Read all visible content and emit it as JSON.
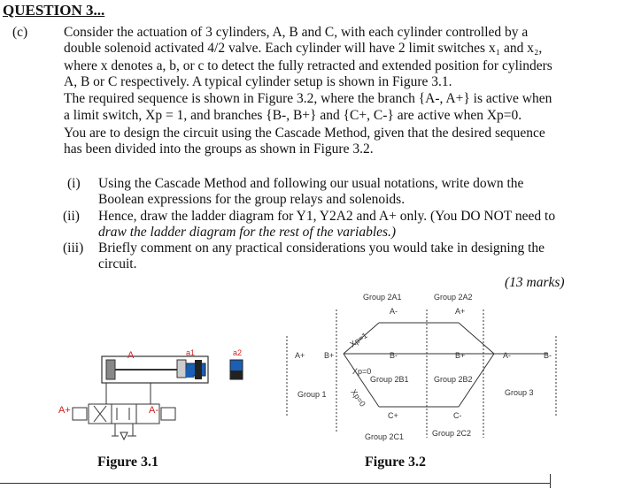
{
  "heading": "QUESTION 3...",
  "part_label": "(c)",
  "paragraph_lines": [
    "Consider the actuation of 3 cylinders, A, B and C, with each cylinder controlled by a",
    "double solenoid activated 4/2 valve. Each cylinder will have 2 limit switches x₁ and x₂,",
    "where x denotes a, b, or c to detect the fully retracted and extended position for cylinders",
    "A, B or C respectively. A typical cylinder setup is shown in Figure 3.1.",
    "The required sequence is shown in Figure 3.2, where the branch {A-, A+} is active when",
    "a limit switch, Xp = 1, and branches {B-, B+} and {C+, C-} are active when Xp=0.",
    "You are to design the circuit using the Cascade Method, given that the desired sequence",
    "has been divided into the groups as shown in Figure 3.2."
  ],
  "subparts": [
    {
      "num": "(i)",
      "lines": [
        "Using the Cascade Method and following our usual notations, write down the",
        "Boolean expressions for the group relays and solenoids."
      ]
    },
    {
      "num": "(ii)",
      "lines": [
        "Hence, draw the ladder diagram for Y1, Y2A2 and A+ only. (You DO NOT need to",
        "draw the ladder diagram for the rest of the variables.)"
      ]
    },
    {
      "num": "(iii)",
      "lines": [
        "Briefly comment on any practical considerations you would take in designing the",
        "circuit."
      ]
    }
  ],
  "marks": "(13 marks)",
  "figure1": {
    "caption": "Figure 3.1",
    "labels": {
      "cylinder": "A",
      "switch1": "a1",
      "switch2": "a2",
      "sol_plus": "A+",
      "sol_minus": "A-"
    }
  },
  "figure2": {
    "caption": "Figure 3.2",
    "labels": {
      "g2a1": "Group 2A1",
      "g2a2": "Group 2A2",
      "a_minus_top": "A-",
      "a_plus_top": "A+",
      "start_a_plus": "A+",
      "start_b_plus": "B+",
      "xp1": "Xp=1",
      "b_minus": "B-",
      "b_plus": "B+",
      "end_a_minus": "A-",
      "end_b_minus": "B-",
      "xp0": "Xp=0",
      "g2b1": "Group 2B1",
      "g2b2": "Group 2B2",
      "g1": "Group 1",
      "g3": "Group 3",
      "xp0_lower": "Xp=0",
      "c_plus": "C+",
      "c_minus": "C-",
      "g2c1": "Group 2C1",
      "g2c2": "Group 2C2"
    }
  },
  "colors": {
    "text": "#111111",
    "cylinder_red": "#cc2222",
    "sensor_blue": "#1a5fb4"
  }
}
